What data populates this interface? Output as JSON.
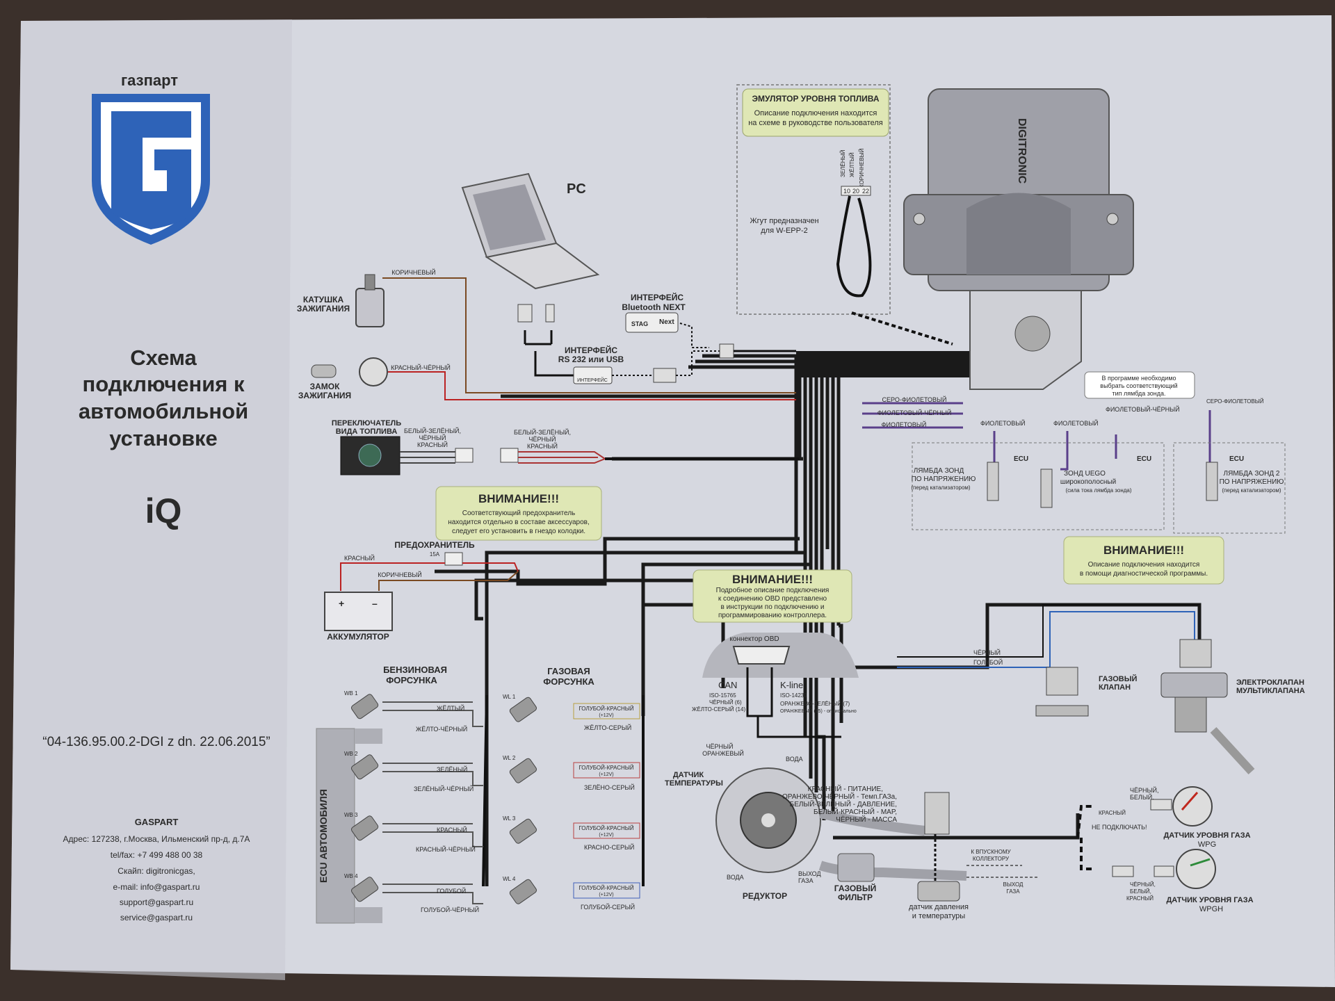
{
  "brand": {
    "logo_text": "газпарт",
    "name": "GASPART"
  },
  "title": {
    "line1": "Схема",
    "line2": "подключения к",
    "line3": "автомобильной",
    "line4": "установке"
  },
  "model": "iQ",
  "doc_code": "“04-136.95.00.2-DGI z dn. 22.06.2015”",
  "contacts": {
    "address": "Адрес: 127238, г.Москва, Ильменский пр-д, д.7А",
    "phone": "tel/fax: +7 499 488 00 38",
    "skype": "Скайп: digitronicgas,",
    "email": "e-mail: info@gaspart.ru",
    "support": "support@gaspart.ru",
    "service": "service@gaspart.ru"
  },
  "ecu": {
    "label": "DIGITRONIC"
  },
  "emulator": {
    "title": "ЭМУЛЯТОР УРОВНЯ ТОПЛИВА",
    "desc1": "Описание подключения находится",
    "desc2": "на схеме в руководстве пользователя",
    "wires": [
      "ЗЕЛЁНЫЙ",
      "ЖЁЛТЫЙ",
      "КОРИЧНЕВЫЙ"
    ],
    "pins": [
      "10",
      "20",
      "22"
    ],
    "harness1": "Жгут предназначен",
    "harness2": "для W-EPP-2"
  },
  "pc": {
    "label": "PC"
  },
  "bluetooth": {
    "title1": "ИНТЕРФЕЙС",
    "title2": "Bluetooth NEXT",
    "brand": "STAG",
    "next": "Next"
  },
  "rs232": {
    "title1": "ИНТЕРФЕЙС",
    "title2": "RS 232 или USB",
    "box": "ИНТЕРФЕЙС"
  },
  "coil": {
    "label1": "КАТУШКА",
    "label2": "ЗАЖИГАНИЯ",
    "wire": "КОРИЧНЕВЫЙ"
  },
  "ignition": {
    "label1": "ЗАМОК",
    "label2": "ЗАЖИГАНИЯ",
    "wire": "КРАСНЫЙ-ЧЁРНЫЙ"
  },
  "switch": {
    "label1": "ПЕРЕКЛЮЧАТЕЛЬ",
    "label2": "ВИДА ТОПЛИВА",
    "wires_a1": "БЕЛЫЙ-ЗЕЛЁНЫЙ,",
    "wires_a2": "ЧЁРНЫЙ",
    "wires_a3": "КРАСНЫЙ",
    "wires_b1": "БЕЛЫЙ-ЗЕЛЁНЫЙ,",
    "wires_b2": "ЧЁРНЫЙ",
    "wires_b3": "КРАСНЫЙ"
  },
  "warning1": {
    "title": "ВНИМАНИЕ!!!",
    "l1": "Соответствующий предохранитель",
    "l2": "находится отдельно в составе аксессуаров,",
    "l3": "следует его установить в гнездо колодки."
  },
  "fuse": {
    "label": "ПРЕДОХРАНИТЕЛЬ",
    "rating": "15A",
    "red": "КРАСНЫЙ",
    "brown": "КОРИЧНЕВЫЙ"
  },
  "battery": {
    "label": "АККУМУЛЯТОР",
    "plus": "+",
    "minus": "–"
  },
  "lambda": {
    "wire_grey_violet": "СЕРО-ФИОЛЕТОВЫЙ",
    "wire_violet_black": "ФИОЛЕТОВЫЙ-ЧЁРНЫЙ",
    "wire_violet": "ФИОЛЕТОВЫЙ",
    "ecu": "ECU",
    "note1": "В программе необходимо",
    "note2": "выбрать соответствующий",
    "note3": "тип лямбда зонда.",
    "v1_l1": "ЛЯМБДА ЗОНД",
    "v1_l2": "ПО НАПРЯЖЕНИЮ",
    "v1_l3": "(перед катализатором)",
    "u_l1": "ЗОНД UEGO",
    "u_l2": "широкополосный",
    "u_l3": "(сила тока лямбда зонда)",
    "v2_l1": "ЛЯМБДА ЗОНД 2",
    "v2_l2": "ПО НАПРЯЖЕНИЮ",
    "v2_l3": "(перед катализатором)"
  },
  "warning2": {
    "title": "ВНИМАНИЕ!!!",
    "l1": "Описание подключения находится",
    "l2": "в помощи диагностической программы."
  },
  "warning3": {
    "title": "ВНИМАНИЕ!!!",
    "l1": "Подробное описание подключения",
    "l2": "к соединению OBD представлено",
    "l3": "в инструкции по подключению и",
    "l4": "программированию контроллера."
  },
  "obd": {
    "connector": "коннектор OBD",
    "can": "CAN",
    "can_std": "ISO-15765",
    "can_w1": "ЧЁРНЫЙ (6)",
    "can_w2": "ЖЁЛТО-СЕРЫЙ (14)",
    "kline": "K-line",
    "kline_std": "ISO-14230",
    "kline_w1": "ОРАНЖЕВО-ЗЕЛЁНЫЙ (7)",
    "kline_w2": "ОРАНЖЕВЫЙ (15) - опционально"
  },
  "petrol_injectors": {
    "title1": "БЕНЗИНОВАЯ",
    "title2": "ФОРСУНКА",
    "items": [
      {
        "id": "WB 1",
        "w1": "ЖЁЛТЫЙ",
        "w2": "ЖЁЛТО-ЧЁРНЫЙ"
      },
      {
        "id": "WB 2",
        "w1": "ЗЕЛЁНЫЙ",
        "w2": "ЗЕЛЁНЫЙ-ЧЁРНЫЙ"
      },
      {
        "id": "WB 3",
        "w1": "КРАСНЫЙ",
        "w2": "КРАСНЫЙ-ЧЁРНЫЙ"
      },
      {
        "id": "WB 4",
        "w1": "ГОЛУБОЙ",
        "w2": "ГОЛУБОЙ-ЧЁРНЫЙ"
      }
    ],
    "ecu_car": "ECU АВТОМОБИЛЯ"
  },
  "gas_injectors": {
    "title1": "ГАЗОВАЯ",
    "title2": "ФОРСУНКА",
    "items": [
      {
        "id": "WL 1",
        "w1": "ГОЛУБОЙ-КРАСНЫЙ",
        "v": "(+12V)",
        "w2": "ЖЁЛТО-СЕРЫЙ"
      },
      {
        "id": "WL 2",
        "w1": "ГОЛУБОЙ-КРАСНЫЙ",
        "v": "(+12V)",
        "w2": "ЗЕЛЁНО-СЕРЫЙ"
      },
      {
        "id": "WL 3",
        "w1": "ГОЛУБОЙ-КРАСНЫЙ",
        "v": "(+12V)",
        "w2": "КРАСНО-СЕРЫЙ"
      },
      {
        "id": "WL 4",
        "w1": "ГОЛУБОЙ-КРАСНЫЙ",
        "v": "(+12V)",
        "w2": "ГОЛУБОЙ-СЕРЫЙ"
      }
    ]
  },
  "temp_sensor": {
    "label1": "ДАТЧИК",
    "label2": "ТЕМПЕРАТУРЫ",
    "w1": "ЧЁРНЫЙ",
    "w2": "ОРАНЖЕВЫЙ"
  },
  "reducer": {
    "label": "РЕДУКТОР",
    "water1": "ВОДА",
    "water2": "ВОДА",
    "gas_out1": "ВЫХОД",
    "gas_out2": "ГАЗА"
  },
  "filter": {
    "label1": "ГАЗОВЫЙ",
    "label2": "ФИЛЬТР"
  },
  "map_sensor": {
    "label1": "датчик давления",
    "label2": "и температуры",
    "w1": "КРАСНЫЙ - ПИТАНИЕ,",
    "w2": "ОРАНЖЕВО-ЧЁРНЫЙ - Темп.ГАЗа,",
    "w3": "БЕЛЫЙ-ЗЕЛЁНЫЙ - ДАВЛЕНИЕ,",
    "w4": "БЕЛЫЙ-КРАСНЫЙ - MAP,",
    "w5": "ЧЁРНЫЙ - МАССА",
    "manifold1": "К ВПУСКНОМУ",
    "manifold2": "КОЛЛЕКТОРУ",
    "gasout1": "ВЫХОД",
    "gasout2": "ГАЗА"
  },
  "gas_valve": {
    "label1": "ГАЗОВЫЙ",
    "label2": "КЛАПАН",
    "w1": "ЧЁРНЫЙ",
    "w2": "ГОЛУБОЙ"
  },
  "multivalve": {
    "label1": "ЭЛЕКТРОКЛАПАН",
    "label2": "МУЛЬТИКЛАПАНА"
  },
  "level_sensor": {
    "w1": "ЧЁРНЫЙ,",
    "w2": "БЕЛЫЙ,",
    "red": "КРАСНЫЙ",
    "no_connect": "НЕ ПОДКЛЮЧАТЬ!",
    "wpg": "ДАТЧИК УРОВНЯ ГАЗА",
    "wpg2": "WPG",
    "b1": "ЧЁРНЫЙ,",
    "b2": "БЕЛЫЙ,",
    "b3": "КРАСНЫЙ",
    "wpgh": "ДАТЧИК УРОВНЯ ГАЗА",
    "wpgh2": "WPGH"
  },
  "colors": {
    "brand_blue": "#2e63b8",
    "warning_red": "#c0281e",
    "warning_bg": "#dfe7b5",
    "paper": "#d9dbe3"
  }
}
